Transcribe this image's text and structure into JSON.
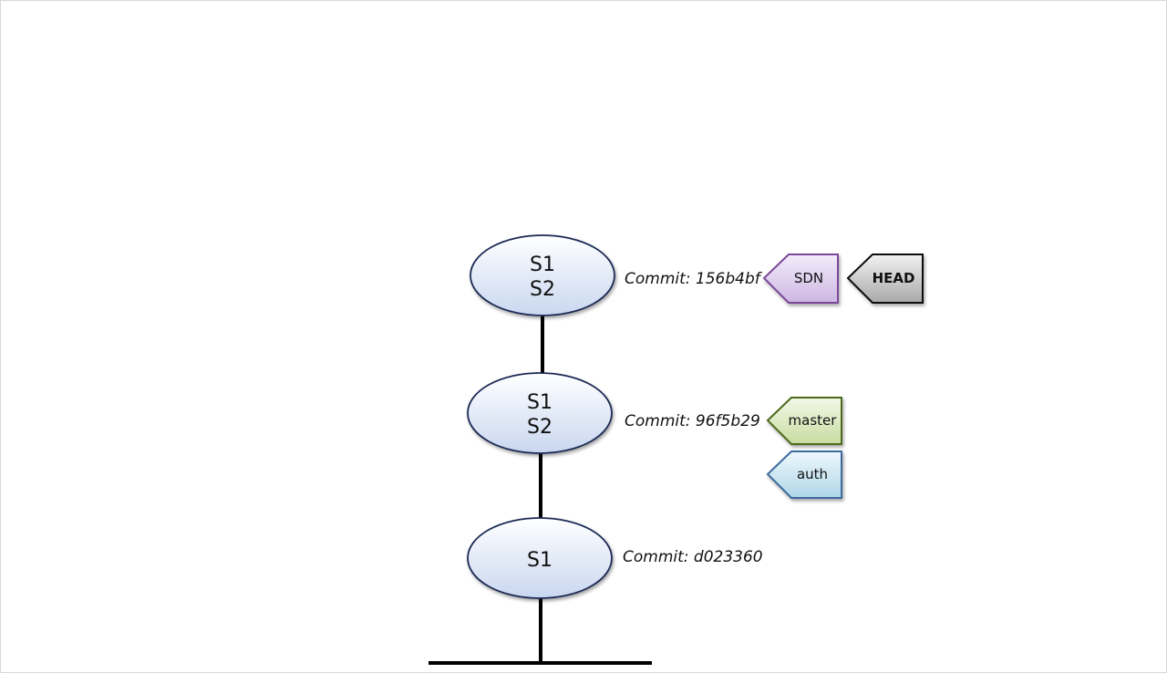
{
  "commits": [
    {
      "id_label": "Commit: 156b4bf",
      "files": [
        "S1",
        "S2"
      ]
    },
    {
      "id_label": "Commit: 96f5b29",
      "files": [
        "S1",
        "S2"
      ]
    },
    {
      "id_label": "Commit: d023360",
      "files": [
        "S1"
      ]
    }
  ],
  "refs": {
    "sdn": {
      "label": "SDN",
      "color": "#d9c8ea",
      "stroke": "#7b4a9a"
    },
    "head": {
      "label": "HEAD",
      "color": "#bdbdbd",
      "stroke": "#111111"
    },
    "master": {
      "label": "master",
      "color": "#dbe8c0",
      "stroke": "#4e6b1f"
    },
    "auth": {
      "label": "auth",
      "color": "#c8e4ef",
      "stroke": "#3d6a9c"
    }
  },
  "colors": {
    "node_fill_top": "#ffffff",
    "node_fill_bottom": "#c9d7f0",
    "node_stroke": "#1c2a55",
    "edge": "#000000"
  }
}
